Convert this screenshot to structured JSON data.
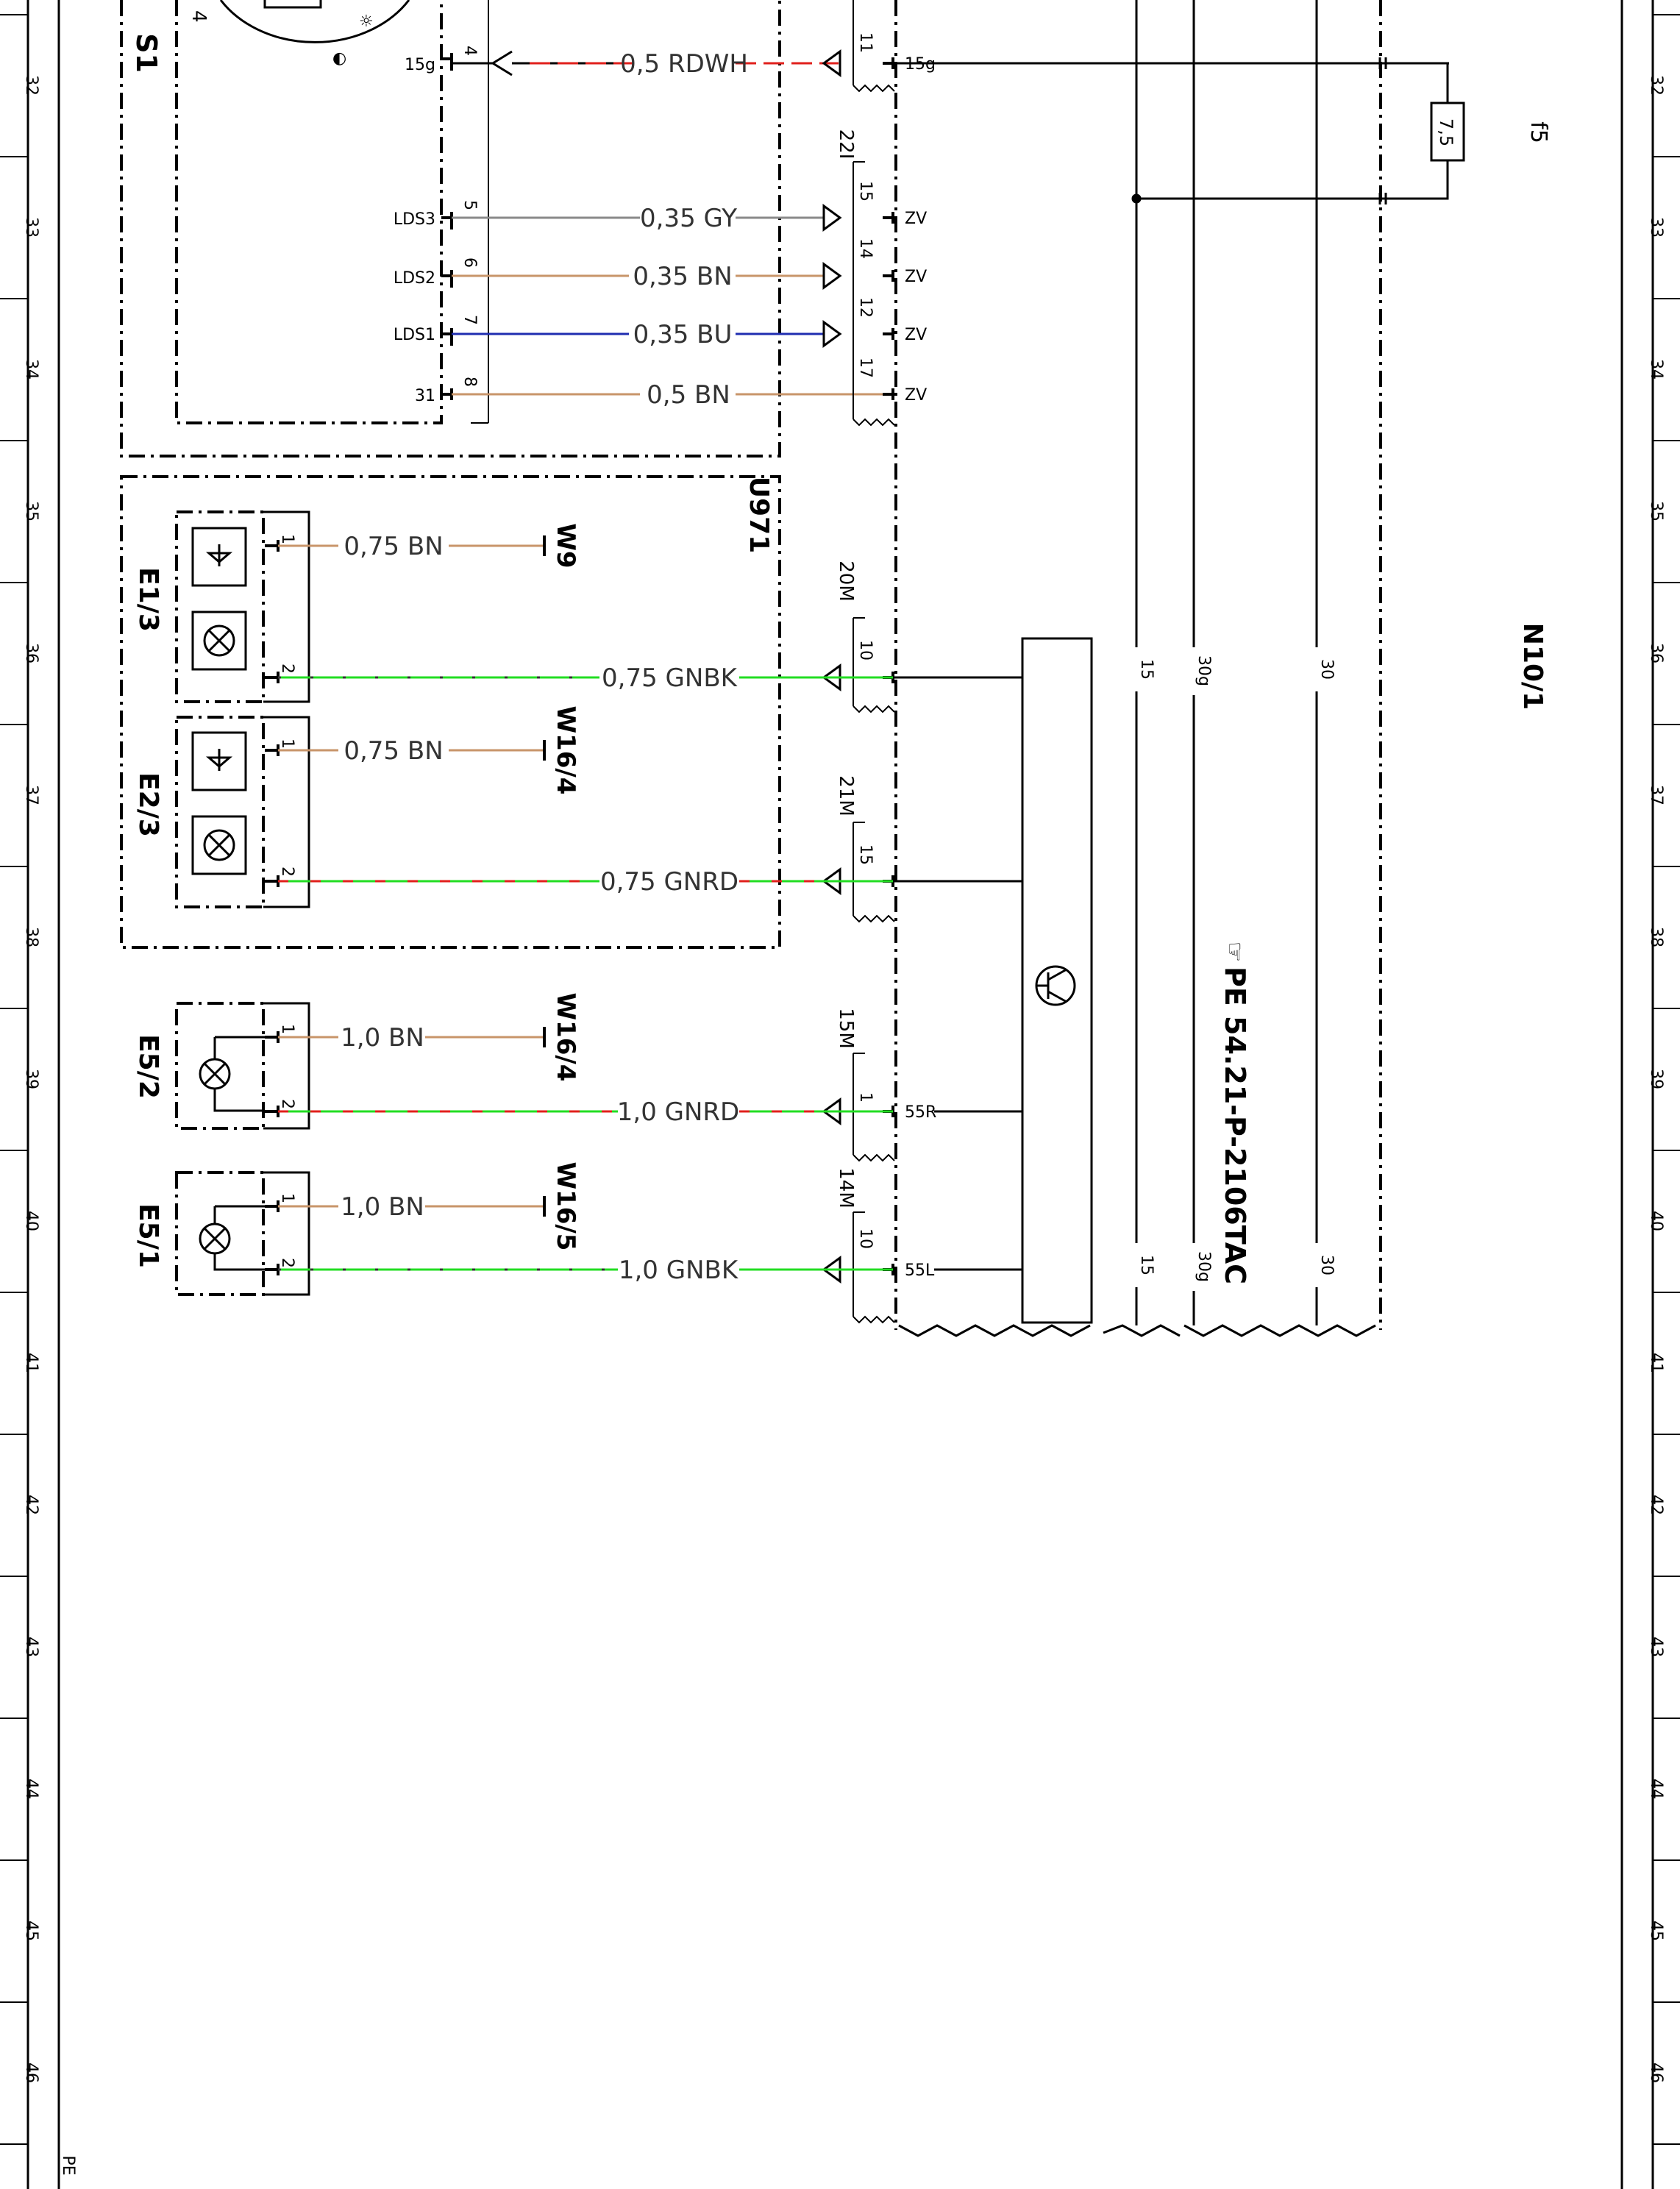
{
  "colors": {
    "frame": "#000000",
    "RDWH": [
      "#e0201c",
      "#b0b0b0"
    ],
    "GY": [
      "#8a8a8a"
    ],
    "BN": [
      "#c8956a"
    ],
    "BU": [
      "#1f2db0"
    ],
    "GNBK": [
      "#22dd22",
      "#333333"
    ],
    "GNRD": [
      "#22dd22",
      "#e0201c"
    ]
  },
  "rows": [
    "32",
    "33",
    "34",
    "35",
    "36",
    "37",
    "38",
    "39",
    "40",
    "41",
    "42",
    "43",
    "44",
    "45",
    "46"
  ],
  "footer": "PE",
  "components": {
    "s1": "S1",
    "s1_partial": "4",
    "e13": "E1/3",
    "e23": "E2/3",
    "e52": "E5/2",
    "e51": "E5/1",
    "u971": "U971",
    "n101": "N10/1",
    "f5": "f5",
    "fuse": "7,5"
  },
  "reference": "PE 54.21-P-2106TAC",
  "wires": [
    {
      "label": "0,5 RDWH",
      "color": "RDWH"
    },
    {
      "label": "0,35 GY",
      "color": "GY"
    },
    {
      "label": "0,35 BN",
      "color": "BN"
    },
    {
      "label": "0,35 BU",
      "color": "BU"
    },
    {
      "label": "0,5 BN",
      "color": "BN"
    },
    {
      "label": "0,75 BN",
      "color": "BN"
    },
    {
      "label": "0,75 GNBK",
      "color": "GNBK"
    },
    {
      "label": "0,75 BN",
      "color": "BN"
    },
    {
      "label": "0,75 GNRD",
      "color": "GNRD"
    },
    {
      "label": "1,0 BN",
      "color": "BN"
    },
    {
      "label": "1,0 GNRD",
      "color": "GNRD"
    },
    {
      "label": "1,0 BN",
      "color": "BN"
    },
    {
      "label": "1,0 GNBK",
      "color": "GNBK"
    }
  ],
  "grounds": [
    "W9",
    "W16/4",
    "W16/4",
    "W16/5"
  ],
  "pins_left": [
    "15g",
    "LDS3",
    "LDS2",
    "LDS1",
    "31"
  ],
  "pin_nums_left": [
    "4",
    "5",
    "6",
    "7",
    "8"
  ],
  "pin_nums_lamps": [
    "1",
    "2",
    "1",
    "2",
    "1",
    "2",
    "1",
    "2"
  ],
  "connectors": [
    {
      "name": "22I",
      "pins": [
        "15",
        "14",
        "12",
        "17"
      ]
    },
    {
      "name": "20M",
      "pins": [
        "10"
      ]
    },
    {
      "name": "21M",
      "pins": [
        "15"
      ]
    },
    {
      "name": "15M",
      "pins": [
        "1"
      ]
    },
    {
      "name": "14M",
      "pins": [
        "10"
      ]
    }
  ],
  "top_pin": "11",
  "pins_right": [
    "15g",
    "ZV",
    "ZV",
    "ZV",
    "ZV",
    "55R",
    "55L"
  ],
  "bus": [
    "15",
    "30g",
    "30",
    "15",
    "30g",
    "30"
  ]
}
